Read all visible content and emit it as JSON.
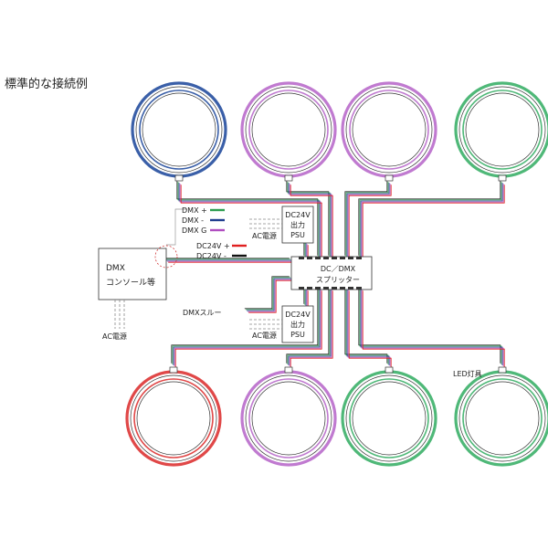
{
  "title": "標準的な接続例",
  "dmx_console": {
    "line1": "DMX",
    "line2": "コンソール等"
  },
  "ac_source": "AC電源",
  "legend_dmx": [
    {
      "label": "DMX +",
      "color": "#2e9e4f"
    },
    {
      "label": "DMX -",
      "color": "#1f3d8f"
    },
    {
      "label": "DMX G",
      "color": "#b04ec0"
    }
  ],
  "legend_dc": [
    {
      "label": "DC24V +",
      "color": "#e02020"
    },
    {
      "label": "DC24V -",
      "color": "#111111"
    }
  ],
  "psu_top": {
    "line1": "DC24V",
    "line2": "出力",
    "line3": "PSU",
    "ac": "AC電源"
  },
  "psu_bottom": {
    "line1": "DC24V",
    "line2": "出力",
    "line3": "PSU",
    "ac": "AC電源"
  },
  "splitter": {
    "line1": "DC／DMX",
    "line2": "スプリッター"
  },
  "dmx_thru": "DMXスルー",
  "led_fixture": "LED灯具",
  "fixtures_top": [
    {
      "color": "#3a5fa8"
    },
    {
      "color": "#c07ad0"
    },
    {
      "color": "#c07ad0"
    },
    {
      "color": "#4fb878"
    }
  ],
  "fixtures_bottom": [
    {
      "color": "#e04848"
    },
    {
      "color": "#c07ad0"
    },
    {
      "color": "#4fb878"
    },
    {
      "color": "#4fb878"
    }
  ]
}
